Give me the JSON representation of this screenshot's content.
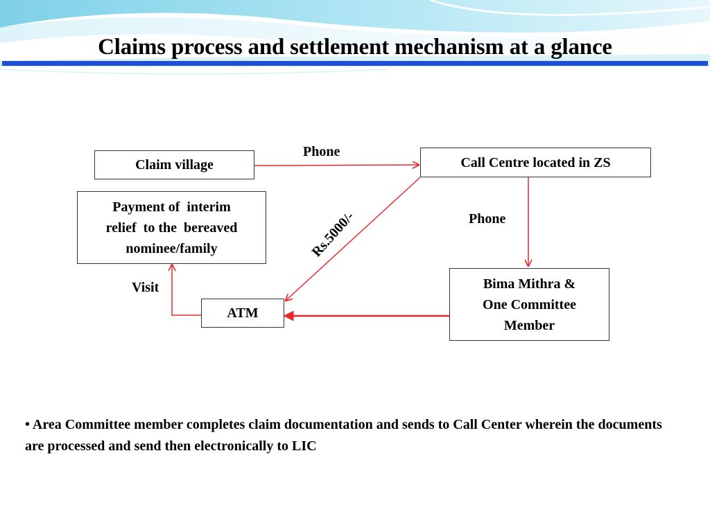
{
  "slide": {
    "title": "Claims process and settlement mechanism at a glance"
  },
  "diagram": {
    "nodes": {
      "claim_village": "Claim village",
      "call_centre": "Call Centre located in ZS",
      "payment": [
        "Payment of  interim",
        "relief  to the  bereaved",
        "nominee/family"
      ],
      "atm": "ATM",
      "bima_mithra": [
        "Bima Mithra &",
        "One Committee",
        "Member"
      ]
    },
    "edge_labels": {
      "phone_top": "Phone",
      "phone_right": "Phone",
      "amount": "Rs.5000/-",
      "visit": "Visit"
    },
    "colors": {
      "arrow": "#e8282b",
      "title_bar": "#1f4fd6"
    }
  },
  "notes": {
    "bullet_mark": "•",
    "text": "Area Committee member  completes claim documentation and sends to Call Center wherein the documents are processed and send then electronically to LIC"
  }
}
